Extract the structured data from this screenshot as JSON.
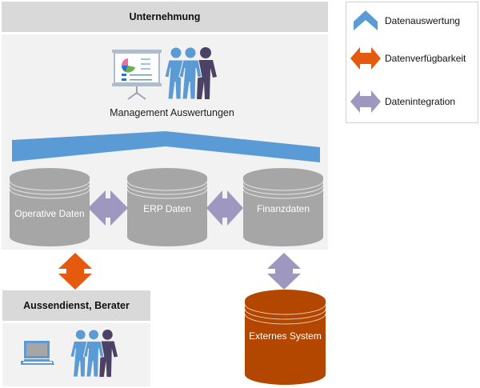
{
  "company": {
    "header": "Unternehmung",
    "management_label": "Management Auswertungen",
    "databases": [
      {
        "label": "Operative Daten"
      },
      {
        "label": "ERP Daten"
      },
      {
        "label": "Finanzdaten"
      }
    ]
  },
  "field": {
    "header": "Aussendienst, Berater"
  },
  "external": {
    "label": "Externes System"
  },
  "legend": {
    "items": [
      {
        "label": "Datenauswertung",
        "icon": "chevron-up-arrow",
        "color": "#5b9bd5"
      },
      {
        "label": "Datenverfügbarkeit",
        "icon": "double-arrow",
        "color": "#e55a0e"
      },
      {
        "label": "Datenintegration",
        "icon": "double-arrow",
        "color": "#9e97bf"
      }
    ]
  },
  "colors": {
    "header_bg": "#d9d9d9",
    "panel_bg": "#f2f2f2",
    "db_gray": "#a6a6a6",
    "db_external": "#b34700",
    "blue": "#5b9bd5",
    "orange": "#e55a0e",
    "purple": "#9e97bf",
    "dark_person": "#4b4266"
  }
}
